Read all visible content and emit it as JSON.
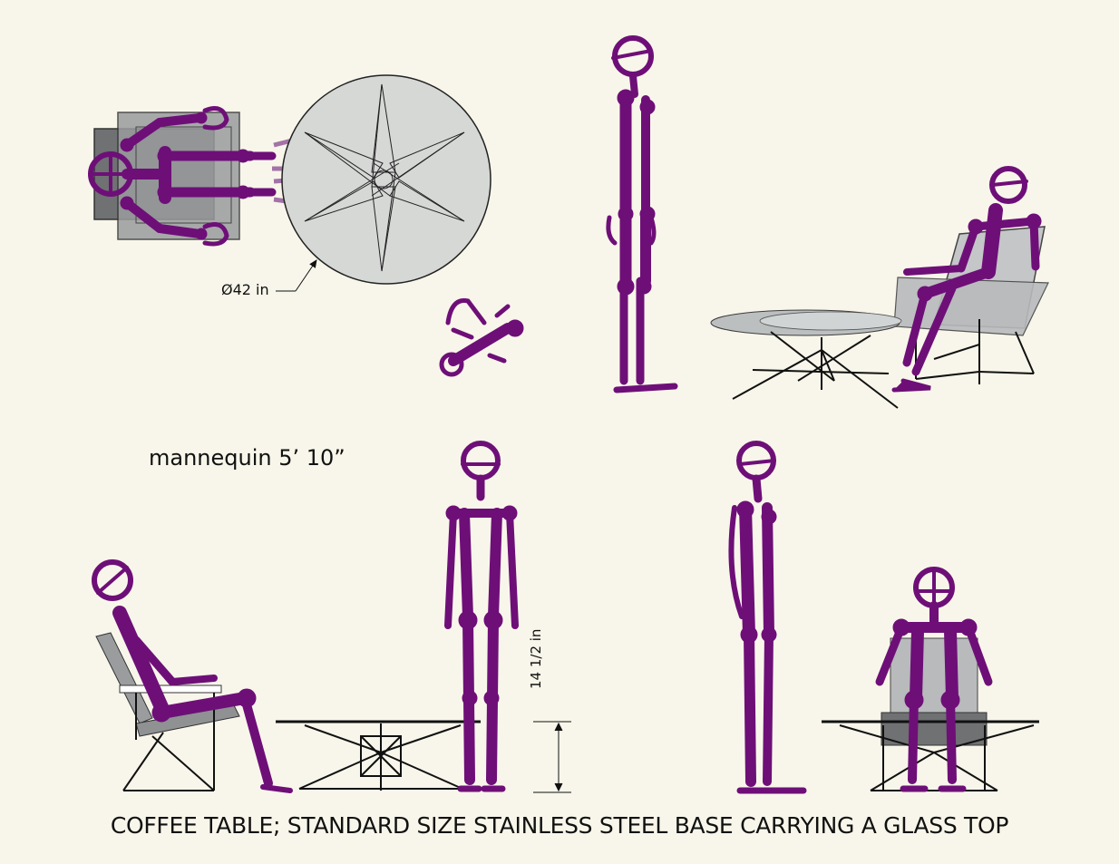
{
  "caption": "COFFEE TABLE; STANDARD SIZE STAINLESS STEEL BASE CARRYING A GLASS TOP",
  "mannequin_label": "mannequin 5’ 10”",
  "diameter_label": "Ø42 in",
  "height_label": "14 1/2 in",
  "colors": {
    "background": "#f8f6ea",
    "figure": "#6e0f78",
    "glass": "#d6d8d6",
    "steel": "#111111",
    "chair": "#8f9091"
  }
}
